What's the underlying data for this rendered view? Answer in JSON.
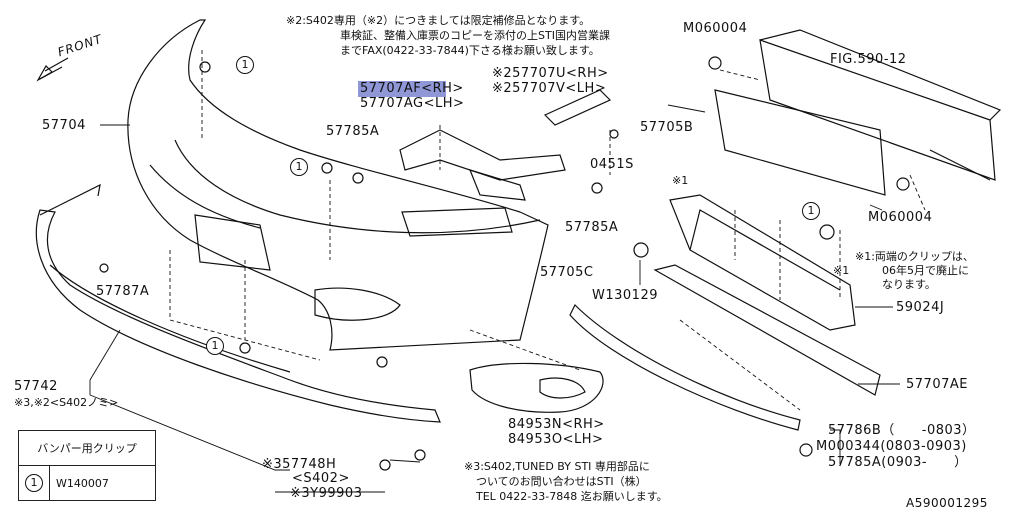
{
  "diagram": {
    "front_label": "FRONT",
    "figure_id": "A590001295",
    "parts": {
      "p57704": "57704",
      "p57742": "57742",
      "p57742_note": "※3,※2<S402ノミ>",
      "p57787A": "57787A",
      "p57785A_top": "57785A",
      "p57785A_mid": "57785A",
      "p57707AF": "57707AF<RH>",
      "p57707AG": "57707AG<LH>",
      "p257707U": "※257707U<RH>",
      "p257707V": "※257707V<LH>",
      "p0451S": "0451S",
      "pM060004_top": "M060004",
      "pM060004_bot": "M060004",
      "pFIG": "FIG.590-12",
      "p57705B": "57705B",
      "p57705C": "57705C",
      "pW130129": "W130129",
      "p59024J": "59024J",
      "p57707AE": "57707AE",
      "p84953N": "84953N<RH>",
      "p84953O": "84953O<LH>",
      "p357748H": "※357748H",
      "p357748H_sub": "<S402>",
      "p3Y99903": "※3Y99903",
      "p57786B": "57786B（　　-0803）",
      "pM000344": "M000344(0803-0903)",
      "p57785A_bot": "57785A(0903-　　）",
      "p1_mark": "※1"
    },
    "notes": {
      "s2_line1": "※2:S402専用（※2）につきましては限定補修品となります。",
      "s2_line2": "車検証、整備入庫票のコピーを添付の上STI国内営業課",
      "s2_line3": "までFAX(0422-33-7844)下さる様お願い致します。",
      "s1_line1": "※1:両端のクリップは、",
      "s1_line2": "06年5月で廃止に",
      "s1_line3": "なります。",
      "s3_line1": "※3:S402,TUNED BY STI 専用部品に",
      "s3_line2": "ついてのお問い合わせはSTI（株）",
      "s3_line3": "TEL 0422-33-7848 迄お願いします。"
    },
    "callout_number": "1",
    "legend": {
      "header": "バンパー用クリップ",
      "key": "1",
      "value": "W140007"
    }
  }
}
